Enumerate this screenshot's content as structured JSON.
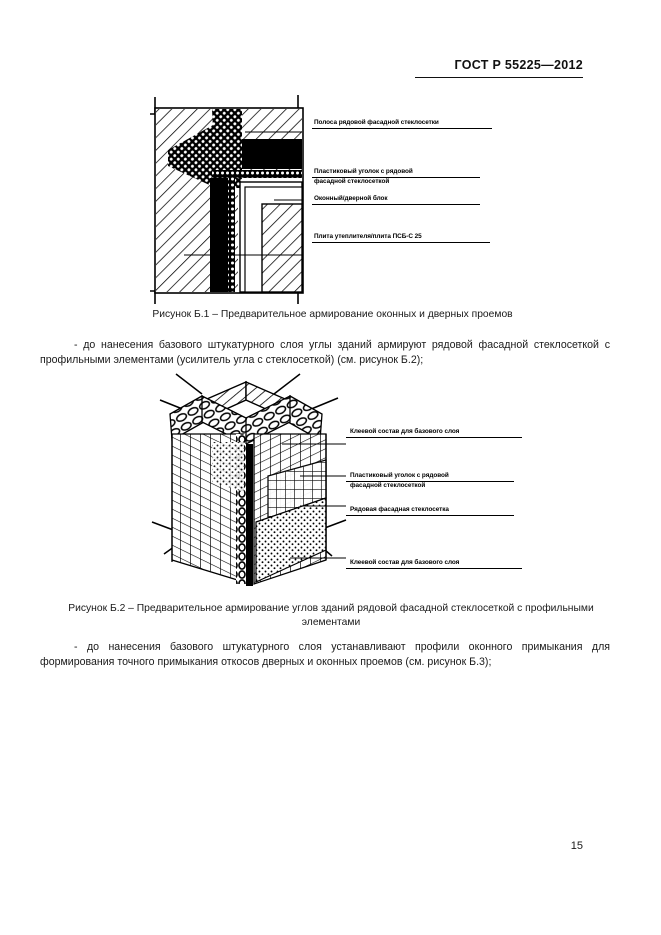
{
  "header": {
    "standard_title": "ГОСТ Р 55225—2012"
  },
  "page": {
    "number": "15"
  },
  "figure1": {
    "caption": "Рисунок Б.1 – Предварительное армирование оконных и дверных проемов",
    "labels": [
      {
        "id": "strip-mesh",
        "text": "Полоса рядовой фасадной стеклосетки"
      },
      {
        "id": "plastic-corner-line1",
        "text": "Пластиковый уголок с рядовой"
      },
      {
        "id": "plastic-corner-line2",
        "text": "фасадной стеклосеткой"
      },
      {
        "id": "window-door-block",
        "text": "Оконный/дверной блок"
      },
      {
        "id": "insulation-board",
        "text": "Плита утеплителя/плита ПСБ-С 25"
      }
    ]
  },
  "paragraph1": {
    "text": "- до нанесения базового штукатурного слоя углы зданий армируют рядовой фасадной стеклосеткой с профильными элементами (усилитель угла с стеклосеткой) (см. рисунок Б.2);"
  },
  "figure2": {
    "caption_line1": "Рисунок Б.2 – Предварительное армирование углов зданий рядовой фасадной стеклосеткой   с профильными",
    "caption_line2": "элементами",
    "labels": [
      {
        "id": "adhesive-top",
        "text": "Клеевой состав для базового слоя"
      },
      {
        "id": "plastic-corner-line1",
        "text": "Пластиковый уголок с рядовой"
      },
      {
        "id": "plastic-corner-line2",
        "text": "фасадной стеклосеткой"
      },
      {
        "id": "facade-mesh",
        "text": "Рядовая фасадная стеклосетка"
      },
      {
        "id": "adhesive-bottom",
        "text": "Клеевой состав для базового слоя"
      }
    ]
  },
  "paragraph2": {
    "text": "- до нанесения базового штукатурного слоя устанавливают профили оконного примыкания для формирования точного примыкания откосов дверных и оконных проемов (см. рисунок Б.3);"
  }
}
